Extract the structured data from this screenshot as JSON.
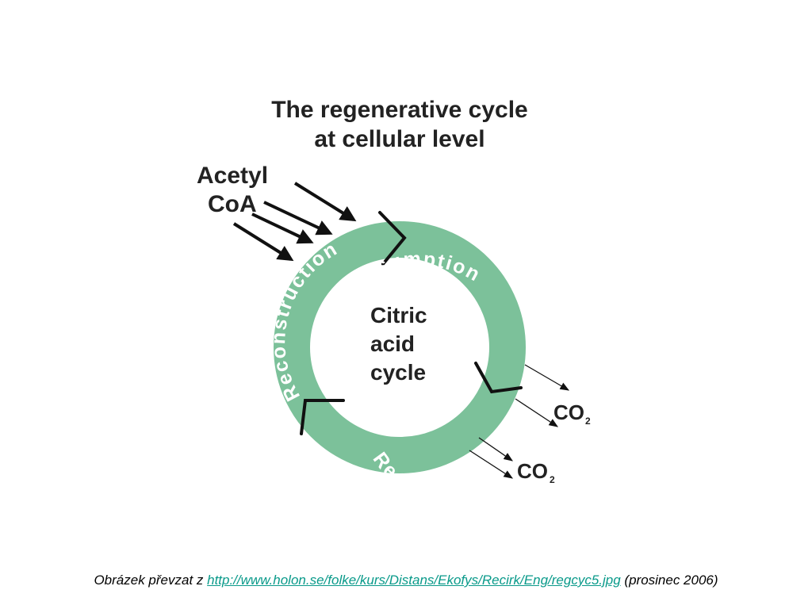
{
  "colors": {
    "ring": "#7cc19a",
    "text": "#222222",
    "ring_text": "#ffffff",
    "link": "#0a9a8a"
  },
  "diagram": {
    "title_line1": "The regenerative cycle",
    "title_line2": "at cellular  level",
    "input_line1": "Acetyl",
    "input_line2": "CoA",
    "center_line1": "Citric",
    "center_line2": "acid",
    "center_line3": "cycle",
    "segment_consumption": "Consumption",
    "segment_recycling": "Recycling",
    "segment_reconstruction": "Reconstruction",
    "output1_main": "CO",
    "output1_sub": "2",
    "output2_main": "CO",
    "output2_sub": "2"
  },
  "caption": {
    "prefix": "Obrázek převzat z ",
    "link": "http://www.holon.se/folke/kurs/Distans/Ekofys/Recirk/Eng/regcyc5.jpg",
    "suffix": " (prosinec 2006)"
  }
}
